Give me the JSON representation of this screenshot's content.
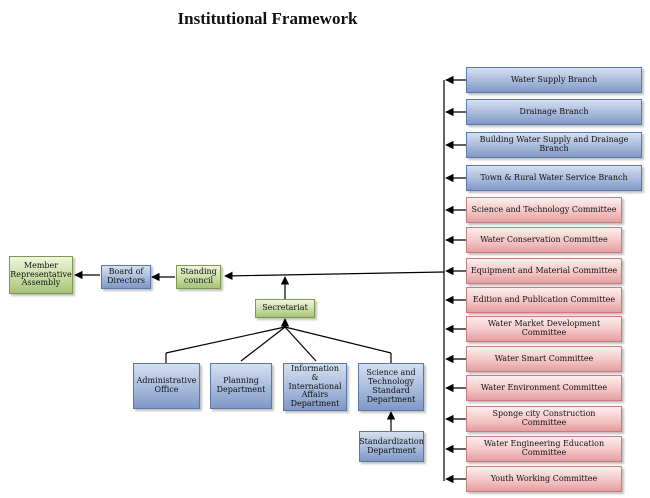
{
  "title": "Institutional Framework",
  "left_chain": {
    "member_assembly": "Member Representative Assembly",
    "board": "Board of Directors",
    "standing_council": "Standing council",
    "secretariat": "Secretariat"
  },
  "departments": [
    "Administrative Office",
    "Planning Department",
    "Information & International Affairs Department",
    "Science and Technology Standard Department"
  ],
  "standardization": "Standardization Department",
  "branches": [
    "Water Supply Branch",
    "Drainage Branch",
    "Building Water Supply and Drainage Branch",
    "Town & Rural Water Service Branch"
  ],
  "committees": [
    "Science and Technology Committee",
    "Water Conservation Committee",
    "Equipment and Material Committee",
    "Edition and Publication Committee",
    "Water Market Development Committee",
    "Water Smart Committee",
    "Water Environment Committee",
    "Sponge city Construction Committee",
    "Water Engineering Education Committee",
    "Youth Working Committee"
  ]
}
